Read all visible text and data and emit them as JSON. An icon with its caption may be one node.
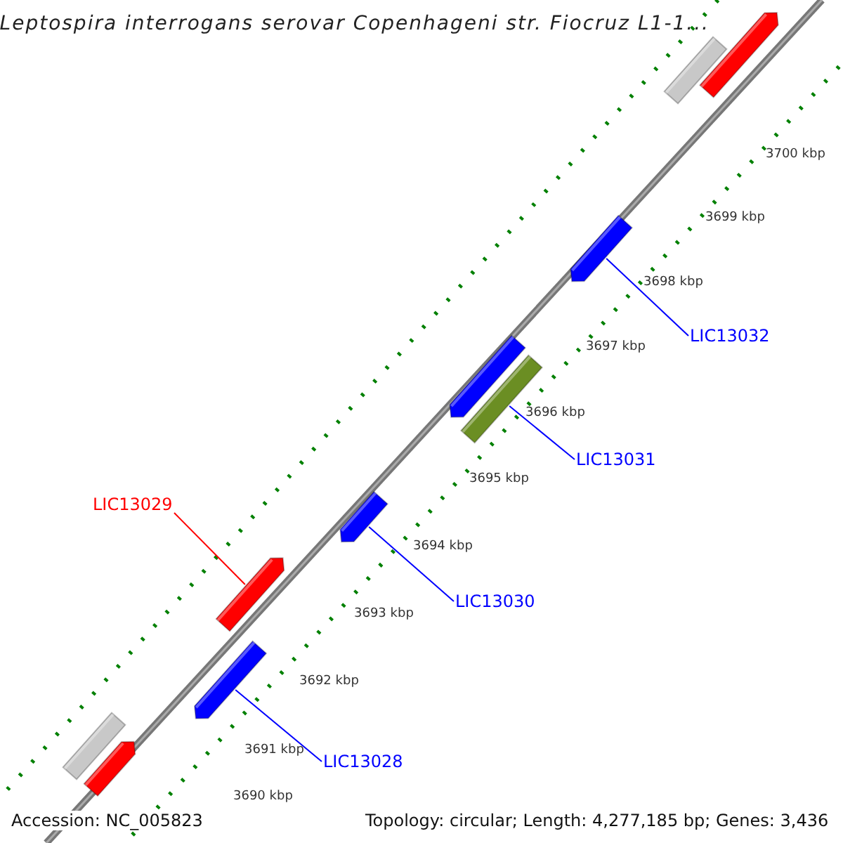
{
  "diagram": {
    "title": "Leptospira interrogans serovar Copenhageni str. Fiocruz L1-1...",
    "nodes": [
      {
        "text": [
          "LIC13032"
        ]
      },
      {
        "text": [
          "LIC13031"
        ]
      },
      {
        "text": [
          "LIC13029"
        ]
      },
      {
        "text": [
          "LIC13030"
        ]
      },
      {
        "text": [
          "LIC13028"
        ]
      },
      {
        "text": [],
        "shape": "bar"
      },
      {
        "text": [],
        "shape": "bar"
      },
      {
        "text": [],
        "shape": "bar"
      },
      {
        "text": [],
        "shape": "bar"
      },
      {
        "text": [],
        "shape": "bar"
      },
      {
        "text": [],
        "shape": "bar"
      },
      {
        "text": [],
        "shape": "bar"
      },
      {
        "text": [],
        "shape": "bar"
      },
      {
        "text": [],
        "shape": "bar"
      },
      {
        "text": [],
        "shape": "bar"
      }
    ],
    "edges": [
      {
        "from": 0,
        "to": 7,
        "arrow": "none"
      },
      {
        "from": 1,
        "to": 9,
        "arrow": "none"
      },
      {
        "from": 2,
        "to": 11,
        "arrow": "none",
        "color": "#ff0000"
      },
      {
        "from": 3,
        "to": 10,
        "arrow": "none"
      },
      {
        "from": 4,
        "to": 12,
        "arrow": "none"
      }
    ],
    "labels": [
      "3700 kbp",
      "3699 kbp",
      "3698 kbp",
      "3697 kbp",
      "3696 kbp",
      "3695 kbp",
      "3694 kbp",
      "3693 kbp",
      "3692 kbp",
      "3691 kbp",
      "3690 kbp",
      "Accession: NC_005823",
      "Topology: circular; Length: 4,277,185 bp; Genes: 3,436"
    ]
  }
}
